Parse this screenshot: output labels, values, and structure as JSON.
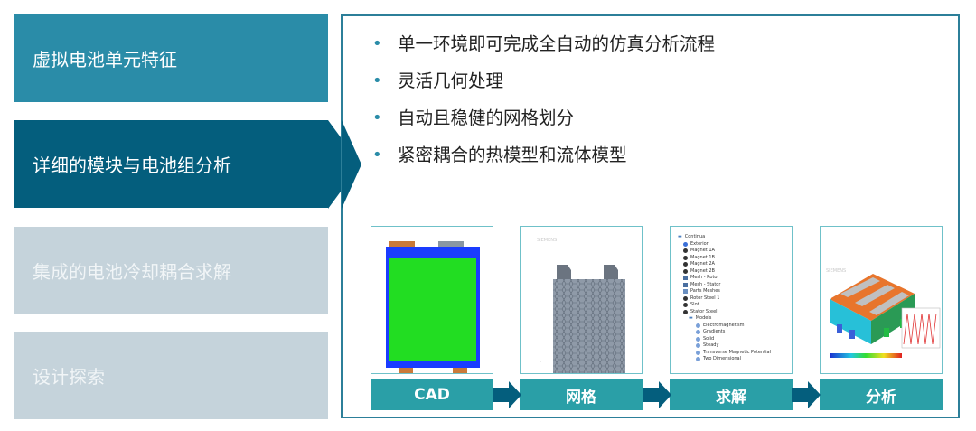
{
  "sidebar": {
    "items": [
      {
        "label": "虚拟电池单元特征"
      },
      {
        "label": "详细的模块与电池组分析"
      },
      {
        "label": "集成的电池冷却耦合求解"
      },
      {
        "label": "设计探索"
      }
    ]
  },
  "panel": {
    "bullets": [
      "单一环境即可完成全自动的仿真分析流程",
      "灵活几何处理",
      "自动且稳健的网格划分",
      "紧密耦合的热模型和流体模型"
    ],
    "stages": [
      {
        "label": "CAD"
      },
      {
        "label": "网格"
      },
      {
        "label": "求解"
      },
      {
        "label": "分析"
      }
    ],
    "tree": [
      "Continua",
      "Exterior",
      "Magnet 1A",
      "Magnet 1B",
      "Magnet 2A",
      "Magnet 2B",
      "Mesh - Rotor",
      "Mesh - Stator",
      "Parts Meshes",
      "Rotor Steel 1",
      "Slot",
      "Stator Steel",
      "Models",
      "Electromagnetism",
      "Gradients",
      "Solid",
      "Steady",
      "Transverse Magnetic Potential",
      "Two Dimensional"
    ]
  },
  "colors": {
    "sidebar_light": "#2a8ca8",
    "sidebar_active": "#045e7d",
    "sidebar_inactive": "#c5d3db",
    "stage_label": "#2a9fa7",
    "flow_arrow": "#045e7d"
  }
}
